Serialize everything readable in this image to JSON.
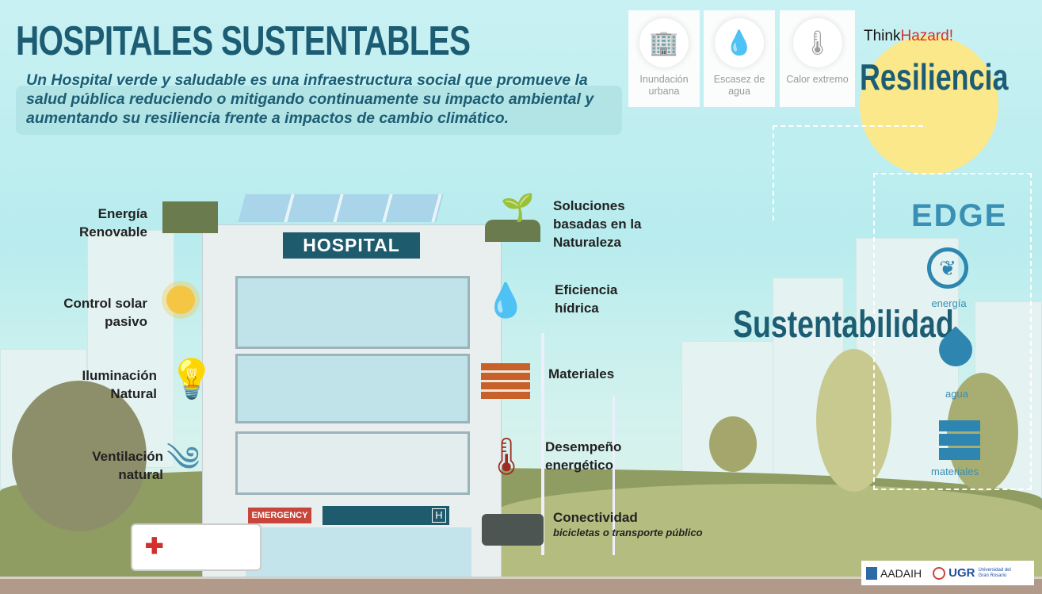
{
  "header": {
    "title": "HOSPITALES SUSTENTABLES",
    "intro": "Un Hospital verde y saludable es una infraestructura social que promueve la salud pública reduciendo o mitigando continuamente su impacto ambiental y aumentando su resiliencia frente a impactos de cambio climático."
  },
  "hazards": {
    "brand_think": "Think",
    "brand_hazard": "Hazard!",
    "items": [
      {
        "label": "Inundación urbana",
        "icon": "flooded-city-icon"
      },
      {
        "label": "Escasez de agua",
        "icon": "water-drop-tap-icon"
      },
      {
        "label": "Calor extremo",
        "icon": "sun-thermometer-icon"
      }
    ]
  },
  "resiliencia": "Resiliencia",
  "sustentabilidad": "Sustentabilidad",
  "edge": {
    "logo": "EDGE",
    "items": [
      {
        "label": "energía",
        "icon": "leaf-plug-icon"
      },
      {
        "label": "agua",
        "icon": "water-drop-icon"
      },
      {
        "label": "materiales",
        "icon": "bricks-icon"
      }
    ]
  },
  "hospital": {
    "sign": "HOSPITAL",
    "emergency": "EMERGENCY",
    "h": "H"
  },
  "left_features": [
    {
      "line1": "Energía",
      "line2": "Renovable",
      "icon": "solar-panel-icon"
    },
    {
      "line1": "Control solar",
      "line2": "pasivo",
      "icon": "sun-icon"
    },
    {
      "line1": "Iluminación",
      "line2": "Natural",
      "icon": "light-bulb-icon"
    },
    {
      "line1": "Ventilación",
      "line2": "natural",
      "icon": "wind-icon"
    }
  ],
  "right_features": [
    {
      "lines": [
        "Soluciones",
        "basadas en la",
        "Naturaleza"
      ],
      "icon": "plant-sprout-icon"
    },
    {
      "lines": [
        "Eficiencia",
        "hídrica"
      ],
      "icon": "hand-water-icon"
    },
    {
      "lines": [
        "Materiales"
      ],
      "icon": "bricks-icon"
    },
    {
      "lines": [
        "Desempeño",
        "energético"
      ],
      "icon": "thermometer-snow-icon"
    },
    {
      "lines": [
        "Conectividad"
      ],
      "sub": "bicicletas o transporte público",
      "icon": "bus-icon"
    }
  ],
  "logos": {
    "aadaih": "AADAIH",
    "ugr": "UGR",
    "ugr_sub": "Universidad del Gran Rosario"
  },
  "colors": {
    "primary": "#1d5d74",
    "accent": "#3a8fb5",
    "hazard_red": "#d0312d",
    "ground": "#8f9c62"
  }
}
